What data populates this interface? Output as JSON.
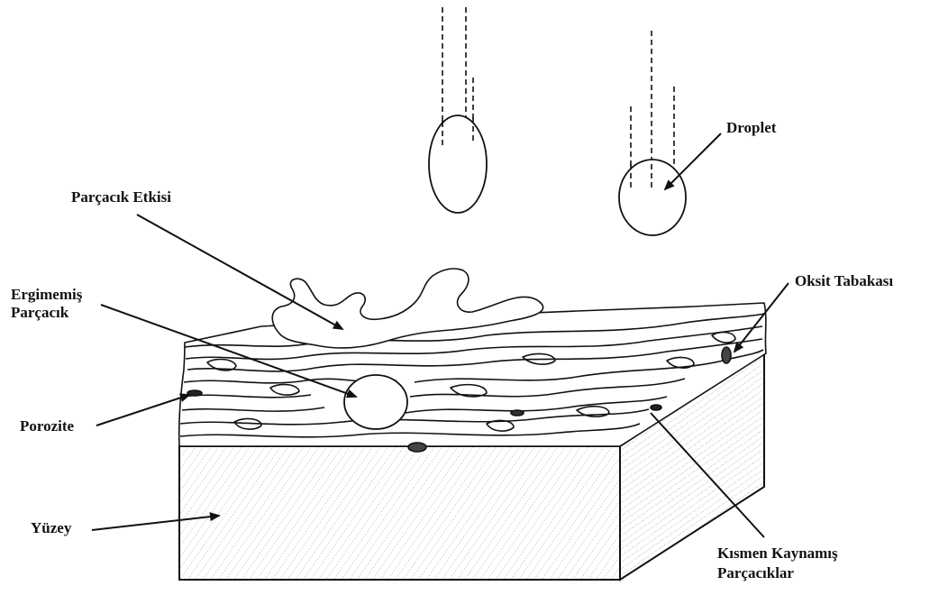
{
  "labels": {
    "droplet": "Droplet",
    "particle_impact": "Parçacık  Etkisi",
    "unmelted_line1": "Ergimemiş",
    "unmelted_line2": "Parçacık",
    "oxide_layer": "Oksit Tabakası",
    "porosity": "Porozite",
    "surface": "Yüzey",
    "partially_fused_line1": "Kısmen Kaynamış",
    "partially_fused_line2": "Parçacıklar"
  },
  "colors": {
    "ink": "#111111",
    "background": "#ffffff",
    "hatch": "#9a9a9a"
  }
}
